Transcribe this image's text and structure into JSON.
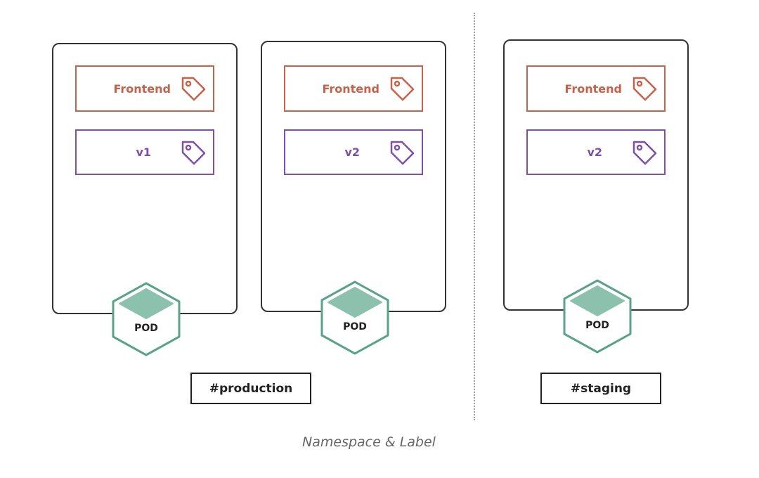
{
  "pods": [
    {
      "app_label": "Frontend",
      "version_label": "v1",
      "pod_text": "POD",
      "app_icon": "tag-icon",
      "version_icon": "tag-icon",
      "pod_icon": "pod-cube-icon"
    },
    {
      "app_label": "Frontend",
      "version_label": "v2",
      "pod_text": "POD",
      "app_icon": "tag-icon",
      "version_icon": "tag-icon",
      "pod_icon": "pod-cube-icon"
    },
    {
      "app_label": "Frontend",
      "version_label": "v2",
      "pod_text": "POD",
      "app_icon": "tag-icon",
      "version_icon": "tag-icon",
      "pod_icon": "pod-cube-icon"
    }
  ],
  "namespaces": [
    {
      "label": "#production"
    },
    {
      "label": "#staging"
    }
  ],
  "caption": "Namespace & Label",
  "colors": {
    "app_label": "#c4624a",
    "version_label": "#7e4fa3",
    "pod": "#5aa38a",
    "pod_fill": "#8cc2ad",
    "card_border": "#333333"
  }
}
